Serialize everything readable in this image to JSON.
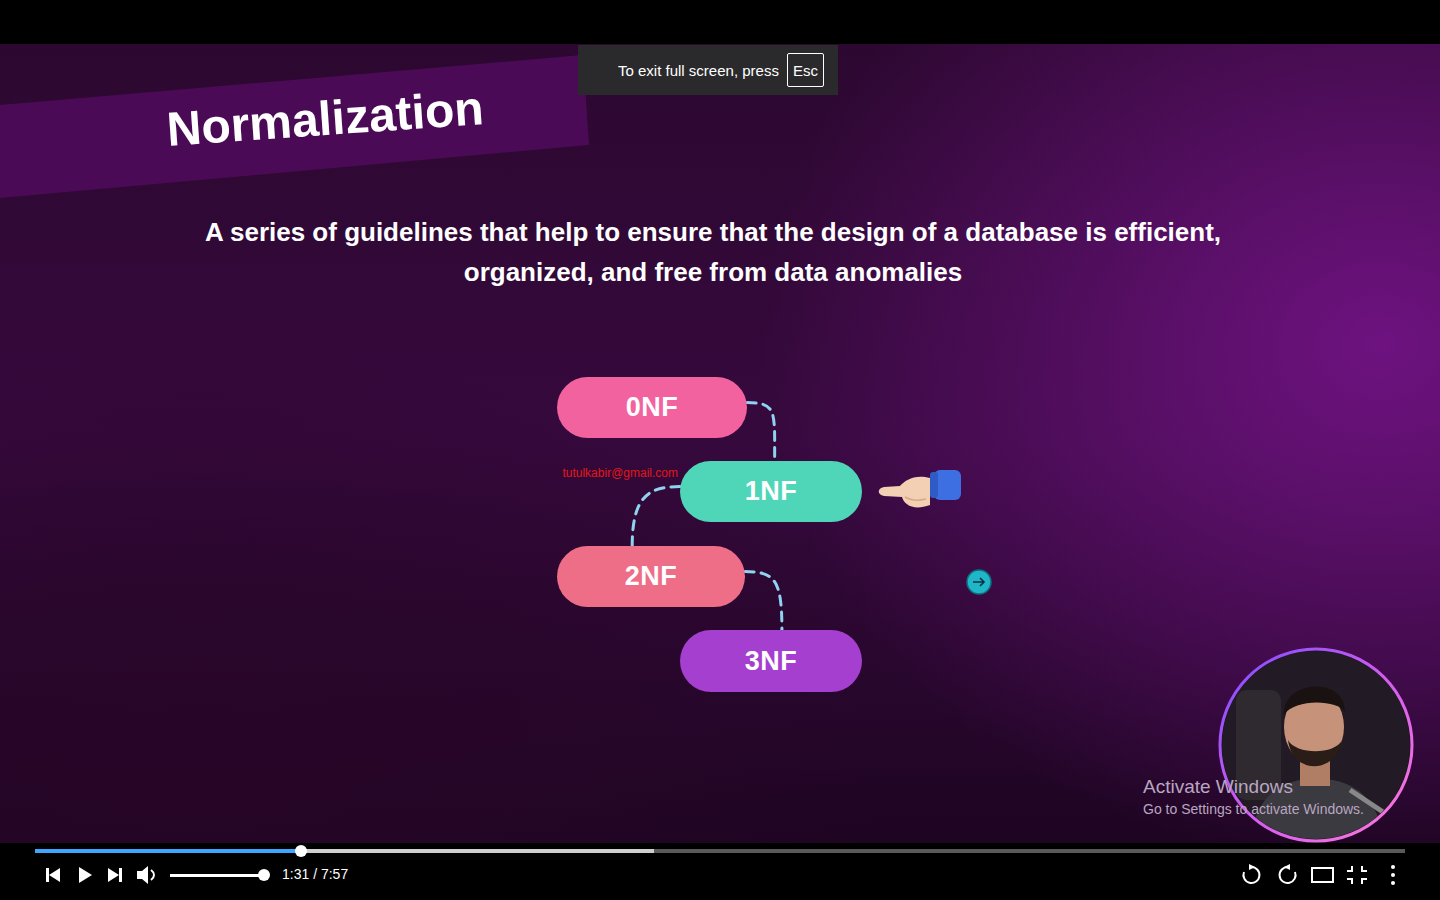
{
  "diagram": {
    "title": "Normalization",
    "nodes": [
      {
        "text": [
          "To exit full screen, press"
        ]
      },
      {
        "text": [
          "Esc"
        ],
        "in": 0
      },
      {
        "text": [
          "0NF"
        ]
      },
      {
        "text": [
          "1NF"
        ]
      },
      {
        "text": [
          "2NF"
        ]
      },
      {
        "text": [
          "3NF"
        ]
      }
    ],
    "edges": [
      {
        "from": 2,
        "to": 3,
        "arrow": "none"
      },
      {
        "from": 3,
        "to": 4,
        "arrow": "none"
      },
      {
        "from": 4,
        "to": 5,
        "arrow": "none"
      }
    ],
    "labels": [
      "A series of guidelines that help to ensure that the design of a database is efficient, organized, and free from data anomalies",
      "tutulkabir@gmail.com",
      "Activate Windows",
      "Go to Settings to activate Windows.",
      "1:31 / 7:57"
    ]
  }
}
